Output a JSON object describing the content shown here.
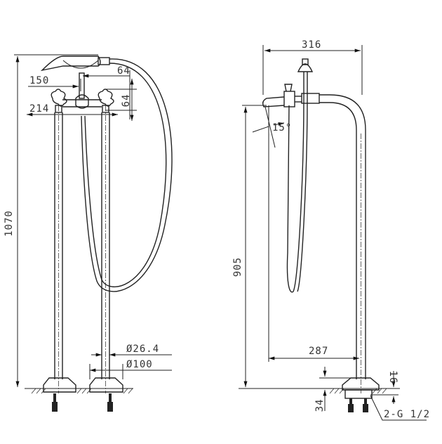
{
  "title": "Freestanding bath mixer technical drawing",
  "front_view": {
    "height_total": "1070",
    "handle_spacing": "150",
    "offset_horizontal": "64",
    "offset_vertical": "64",
    "width_outer": "214",
    "pipe_diameter": "Ø26.4",
    "base_diameter": "Ø100"
  },
  "side_view": {
    "width_total": "316",
    "spout_angle": "15°",
    "spout_height": "905",
    "spout_reach": "287",
    "base_height": "16",
    "connection_depth": "34",
    "connection_thread": "2-G 1/2"
  }
}
